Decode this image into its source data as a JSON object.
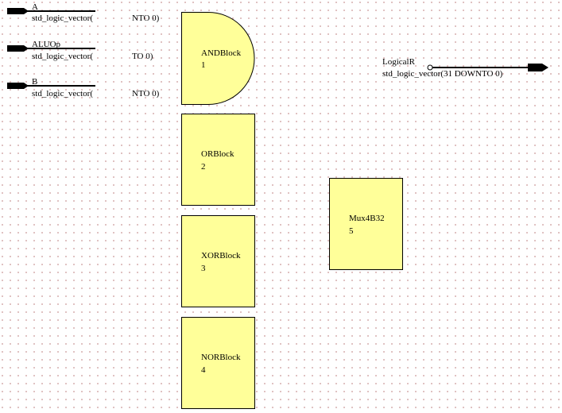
{
  "ports_in": [
    {
      "name": "A",
      "type_prefix": "std_logic_vector(",
      "type_suffix": "NTO 0)"
    },
    {
      "name": "ALUOp",
      "type_prefix": "std_logic_vector(",
      "type_suffix": "TO 0)"
    },
    {
      "name": "B",
      "type_prefix": "std_logic_vector(",
      "type_suffix": "NTO 0)"
    }
  ],
  "port_out": {
    "name": "LogicalR",
    "type": "std_logic_vector(31 DOWNTO 0)"
  },
  "blocks": [
    {
      "name": "ANDBlock",
      "id": "1"
    },
    {
      "name": "ORBlock",
      "id": "2"
    },
    {
      "name": "XORBlock",
      "id": "3"
    },
    {
      "name": "NORBlock",
      "id": "4"
    },
    {
      "name": "Mux4B32",
      "id": "5"
    }
  ],
  "colors": {
    "block_fill": "#ffff99"
  }
}
